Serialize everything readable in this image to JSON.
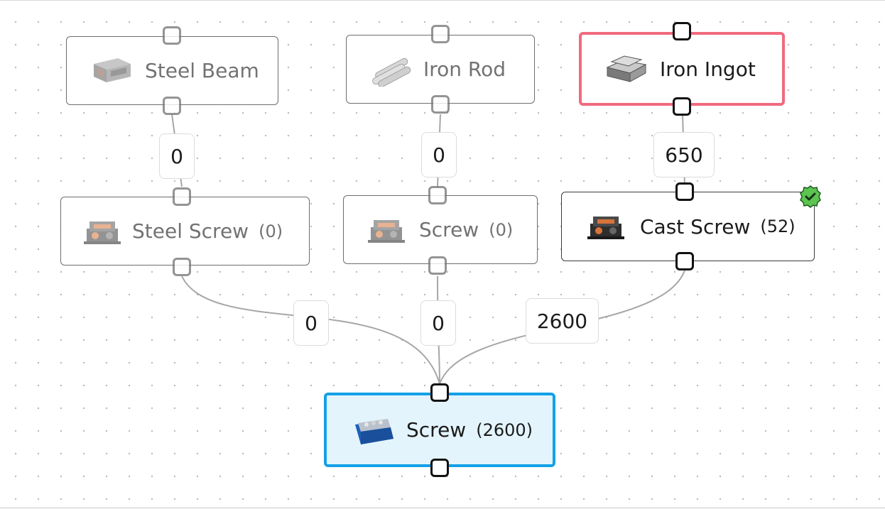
{
  "nodes": {
    "steel_beam": {
      "name": "Steel Beam",
      "icon": "steel-beam-icon"
    },
    "iron_rod": {
      "name": "Iron Rod",
      "icon": "iron-rod-icon"
    },
    "iron_ingot": {
      "name": "Iron Ingot",
      "icon": "iron-ingot-icon"
    },
    "steel_screw": {
      "name": "Steel Screw",
      "qty": "(0)",
      "icon": "constructor-icon"
    },
    "screw_recipe": {
      "name": "Screw",
      "qty": "(0)",
      "icon": "constructor-icon"
    },
    "cast_screw": {
      "name": "Cast Screw",
      "qty": "(52)",
      "icon": "constructor-icon"
    },
    "screw_output": {
      "name": "Screw",
      "qty": "(2600)",
      "icon": "screw-bin-icon"
    }
  },
  "edges": {
    "steel_beam_to_steel_screw": "0",
    "iron_rod_to_screw": "0",
    "iron_ingot_to_cast_screw": "650",
    "steel_screw_to_output": "0",
    "screw_to_output": "0",
    "cast_screw_to_output": "2600"
  },
  "colors": {
    "selected_red": "#f06a7e",
    "selected_blue": "#13a0e6",
    "output_fill": "#e3f4fc",
    "check_badge": "#5cc450"
  }
}
